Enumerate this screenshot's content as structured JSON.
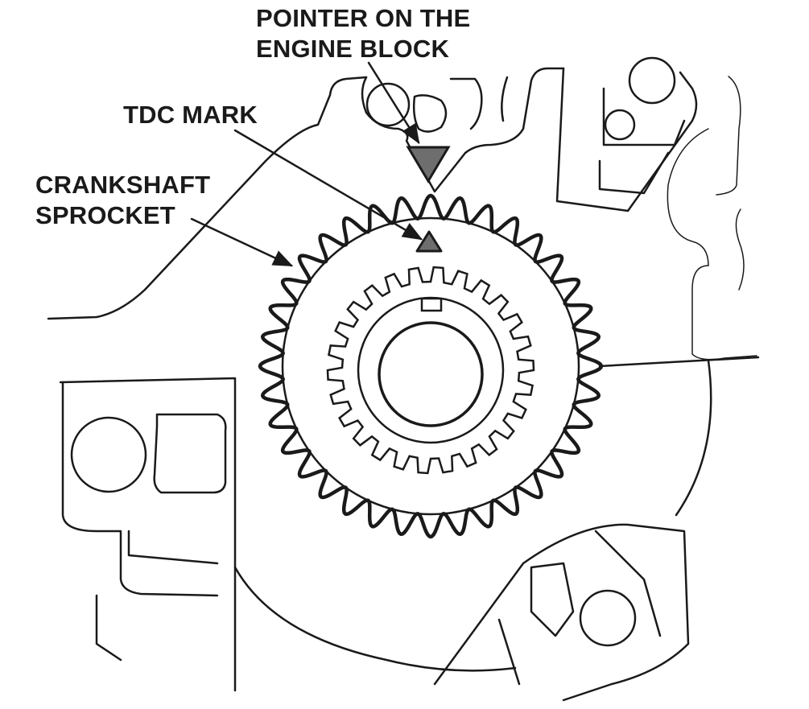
{
  "labels": {
    "pointer_line1": "POINTER ON THE",
    "pointer_line2": "ENGINE BLOCK",
    "tdc_mark": "TDC MARK",
    "sprocket_line1": "CRANKSHAFT",
    "sprocket_line2": "SPROCKET"
  },
  "colors": {
    "ink": "#1a1a1a",
    "marker_fill": "#6e6e6e",
    "background": "#ffffff"
  }
}
